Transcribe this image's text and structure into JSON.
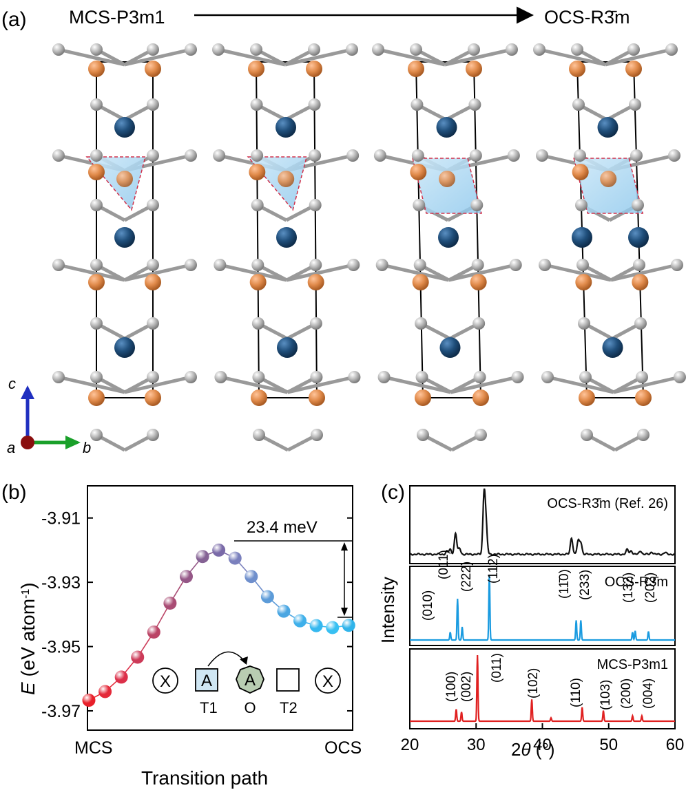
{
  "panel_a": {
    "label": "(a)",
    "start_phase": "MCS-P3m1",
    "end_phase": "OCS-R3̄m",
    "axes": {
      "c": "c",
      "a": "a",
      "b": "b"
    },
    "colors": {
      "blue_atom": "#1f4e7a",
      "orange_atom": "#e08a4a",
      "grey_atom": "#a8a8a8",
      "polyhedron": "#9fd0ee",
      "polyhedron_edge": "#d0304a"
    }
  },
  "panel_b": {
    "label": "(b)",
    "annotation": "23.4 meV",
    "sites": {
      "x1": "X",
      "a1": "A",
      "a2": "A",
      "x2": "X",
      "t1": "T1",
      "o": "O",
      "t2": "T2"
    }
  },
  "panel_c": {
    "label": "(c)",
    "ylabel": "Intensity"
  },
  "chart_data": [
    {
      "type": "line",
      "panel": "(b)",
      "xlabel": "Transition path",
      "ylabel": "E (eV atom-1)",
      "x_tick_labels": [
        "MCS",
        "OCS"
      ],
      "y_ticks": [
        -3.91,
        -3.93,
        -3.95,
        -3.97
      ],
      "y_tick_labels": [
        "-3.91",
        "-3.93",
        "-3.95",
        "-3.97"
      ],
      "ylim": [
        -3.976,
        -3.9
      ],
      "x": [
        0,
        1,
        2,
        3,
        4,
        5,
        6,
        7,
        8,
        9,
        10,
        11,
        12,
        13,
        14,
        15,
        16
      ],
      "y": [
        -3.9667,
        -3.964,
        -3.9595,
        -3.9533,
        -3.9455,
        -3.9365,
        -3.9282,
        -3.922,
        -3.92,
        -3.9225,
        -3.9282,
        -3.9345,
        -3.939,
        -3.942,
        -3.9435,
        -3.9441,
        -3.9434
      ],
      "point_colors": [
        "#e8202a",
        "#e42a3a",
        "#dc2f49",
        "#cc3a58",
        "#bb4466",
        "#a94c74",
        "#955787",
        "#856294",
        "#7a6aa8",
        "#7a80bd",
        "#6f8fcc",
        "#5c9bd8",
        "#4aa6e2",
        "#3fb0ea",
        "#35b8ef",
        "#38c0f2",
        "#30b4ea"
      ]
    },
    {
      "type": "line",
      "panel": "(c)",
      "xlabel": "2θ (°)",
      "ylabel": "Intensity",
      "xlim": [
        20,
        60
      ],
      "x_ticks": [
        20,
        30,
        40,
        50,
        60
      ],
      "series": [
        {
          "name": "OCS-R3̄m (Ref. 26)",
          "color": "#111111",
          "peaks": [
            [
              25.6,
              0.05
            ],
            [
              26.1,
              0.08
            ],
            [
              26.9,
              0.36
            ],
            [
              27.5,
              0.1
            ],
            [
              31.2,
              1.0
            ],
            [
              31.5,
              0.45
            ],
            [
              44.4,
              0.28
            ],
            [
              45.4,
              0.22
            ],
            [
              45.8,
              0.2
            ],
            [
              52.8,
              0.08
            ],
            [
              53.4,
              0.06
            ],
            [
              54.8,
              0.06
            ],
            [
              56.5,
              0.04
            ],
            [
              58.5,
              0.03
            ]
          ]
        },
        {
          "name": "OCS-R3̄m",
          "color": "#1a9be0",
          "peaks": [
            [
              26.1,
              0.12
            ],
            [
              27.2,
              0.63
            ],
            [
              27.9,
              0.2
            ],
            [
              32.0,
              1.0
            ],
            [
              45.1,
              0.3
            ],
            [
              45.8,
              0.3
            ],
            [
              53.6,
              0.12
            ],
            [
              54.0,
              0.14
            ],
            [
              56.0,
              0.13
            ]
          ],
          "hkl": [
            "(010)",
            "(011)",
            "(222)",
            "(112)",
            "(11̄0)",
            "(233)",
            "(132)",
            "(202)"
          ]
        },
        {
          "name": "MCS-P3m1",
          "color": "#e02020",
          "peaks": [
            [
              27.0,
              0.18
            ],
            [
              27.8,
              0.14
            ],
            [
              30.2,
              1.0
            ],
            [
              38.4,
              0.33
            ],
            [
              41.3,
              0.05
            ],
            [
              46.0,
              0.21
            ],
            [
              49.2,
              0.16
            ],
            [
              53.6,
              0.08
            ],
            [
              55.0,
              0.08
            ]
          ],
          "hkl": [
            "(100)",
            "(002)",
            "(011)",
            "(102)",
            "(110)",
            "(103)",
            "(200)",
            "(004)"
          ]
        }
      ]
    }
  ]
}
